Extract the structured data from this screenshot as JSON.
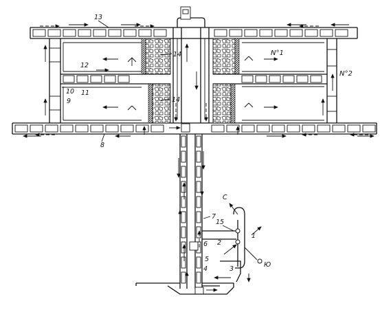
{
  "labels": {
    "l13": "13",
    "l14a": "14",
    "l14b": "14",
    "l12": "12",
    "l11": "11",
    "l10": "10",
    "l9": "9",
    "l8": "8",
    "n1": "N°1",
    "n2": "N°2",
    "l7": "7",
    "l6": "6",
    "l5": "5",
    "l4": "4",
    "l3": "3",
    "l2": "2",
    "l1": "1",
    "l15": "15",
    "lc": "С",
    "lyu": "Ю"
  },
  "colors": {
    "ink": "#111111",
    "paper": "#ffffff",
    "fill_hatch": "#333333"
  }
}
